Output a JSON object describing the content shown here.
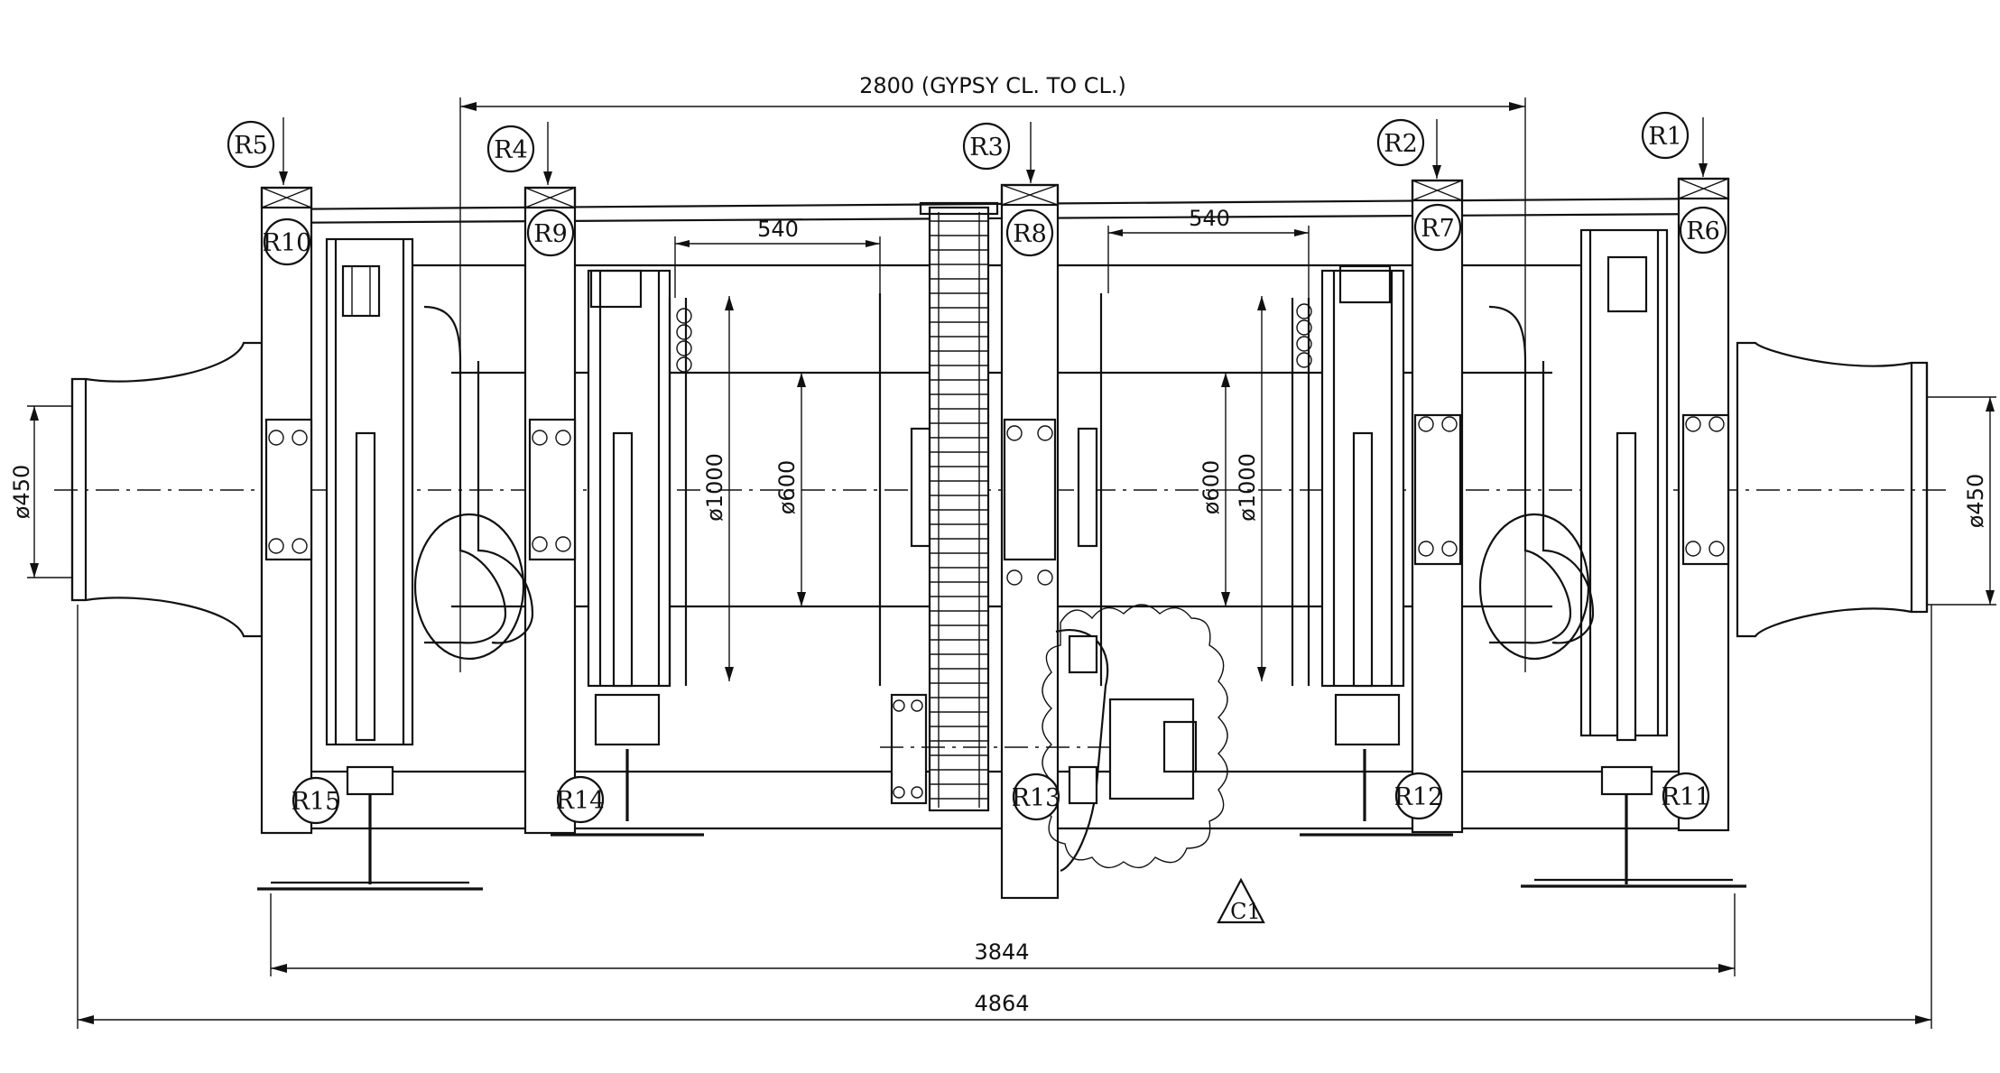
{
  "dimensions": {
    "gypsy": "2800 (GYPSY CL. TO CL.)",
    "left_540": "540",
    "right_540": "540",
    "overall_3844": "3844",
    "overall_4864": "4864",
    "dia_450_left": "ø450",
    "dia_450_right": "ø450",
    "dia_1000_left": "ø1000",
    "dia_600_left": "ø600",
    "dia_600_right": "ø600",
    "dia_1000_right": "ø1000"
  },
  "reference_labels": {
    "R1": "R1",
    "R2": "R2",
    "R3": "R3",
    "R4": "R4",
    "R5": "R5",
    "R6": "R6",
    "R7": "R7",
    "R8": "R8",
    "R9": "R9",
    "R10": "R10",
    "R11": "R11",
    "R12": "R12",
    "R13": "R13",
    "R14": "R14",
    "R15": "R15"
  },
  "revision": {
    "C1": "C1"
  }
}
